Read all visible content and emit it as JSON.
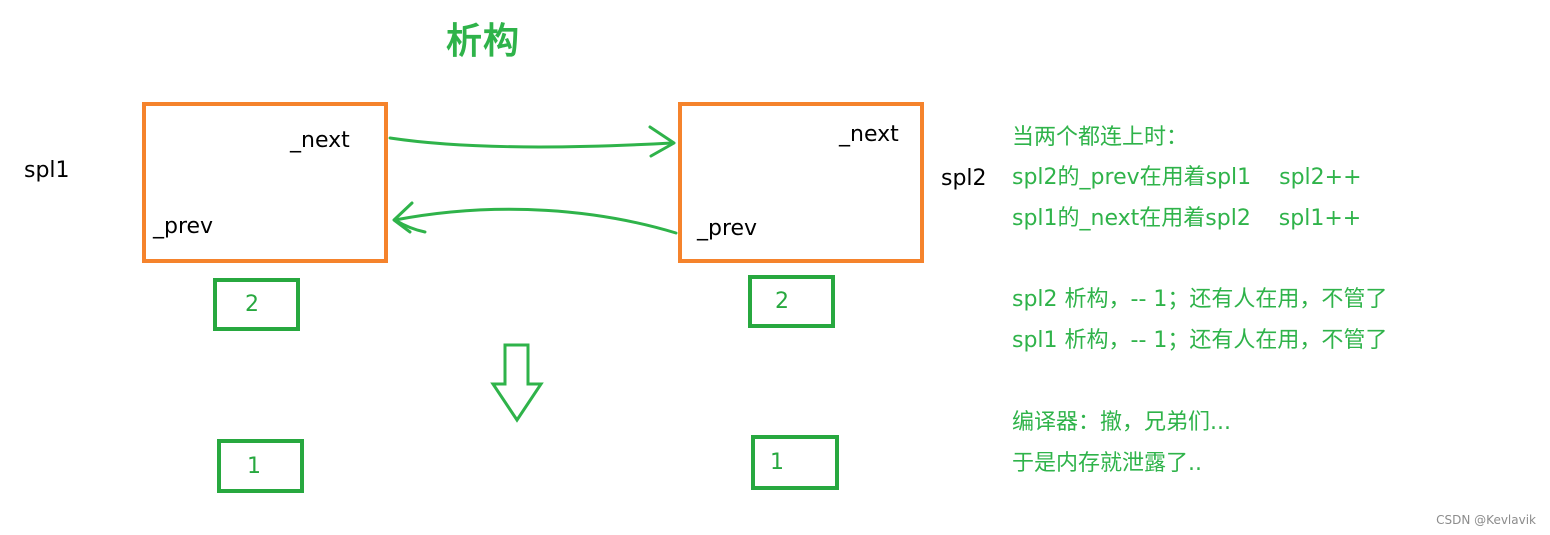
{
  "title": "析构",
  "nodes": {
    "spl1": {
      "name": "spl1",
      "next_label": "_next",
      "prev_label": "_prev"
    },
    "spl2": {
      "name": "spl2",
      "next_label": "_next",
      "prev_label": "_prev"
    }
  },
  "counts": {
    "spl1_before": "2",
    "spl2_before": "2",
    "spl1_after": "1",
    "spl2_after": "1"
  },
  "notes": [
    "当两个都连上时：",
    "spl2的_prev在用着spl1    spl2++",
    "spl1的_next在用着spl2    spl1++",
    "",
    "spl2 析构，-- 1；还有人在用，不管了",
    "spl1 析构，-- 1；还有人在用，不管了",
    "",
    "编译器：撤，兄弟们...",
    "于是内存就泄露了.."
  ],
  "watermark": "CSDN @Kevlavik",
  "colors": {
    "node_border": "#f5832c",
    "count_border": "#27a83f",
    "annotation_text": "#2fb34a",
    "arrow": "#2fb34a"
  }
}
